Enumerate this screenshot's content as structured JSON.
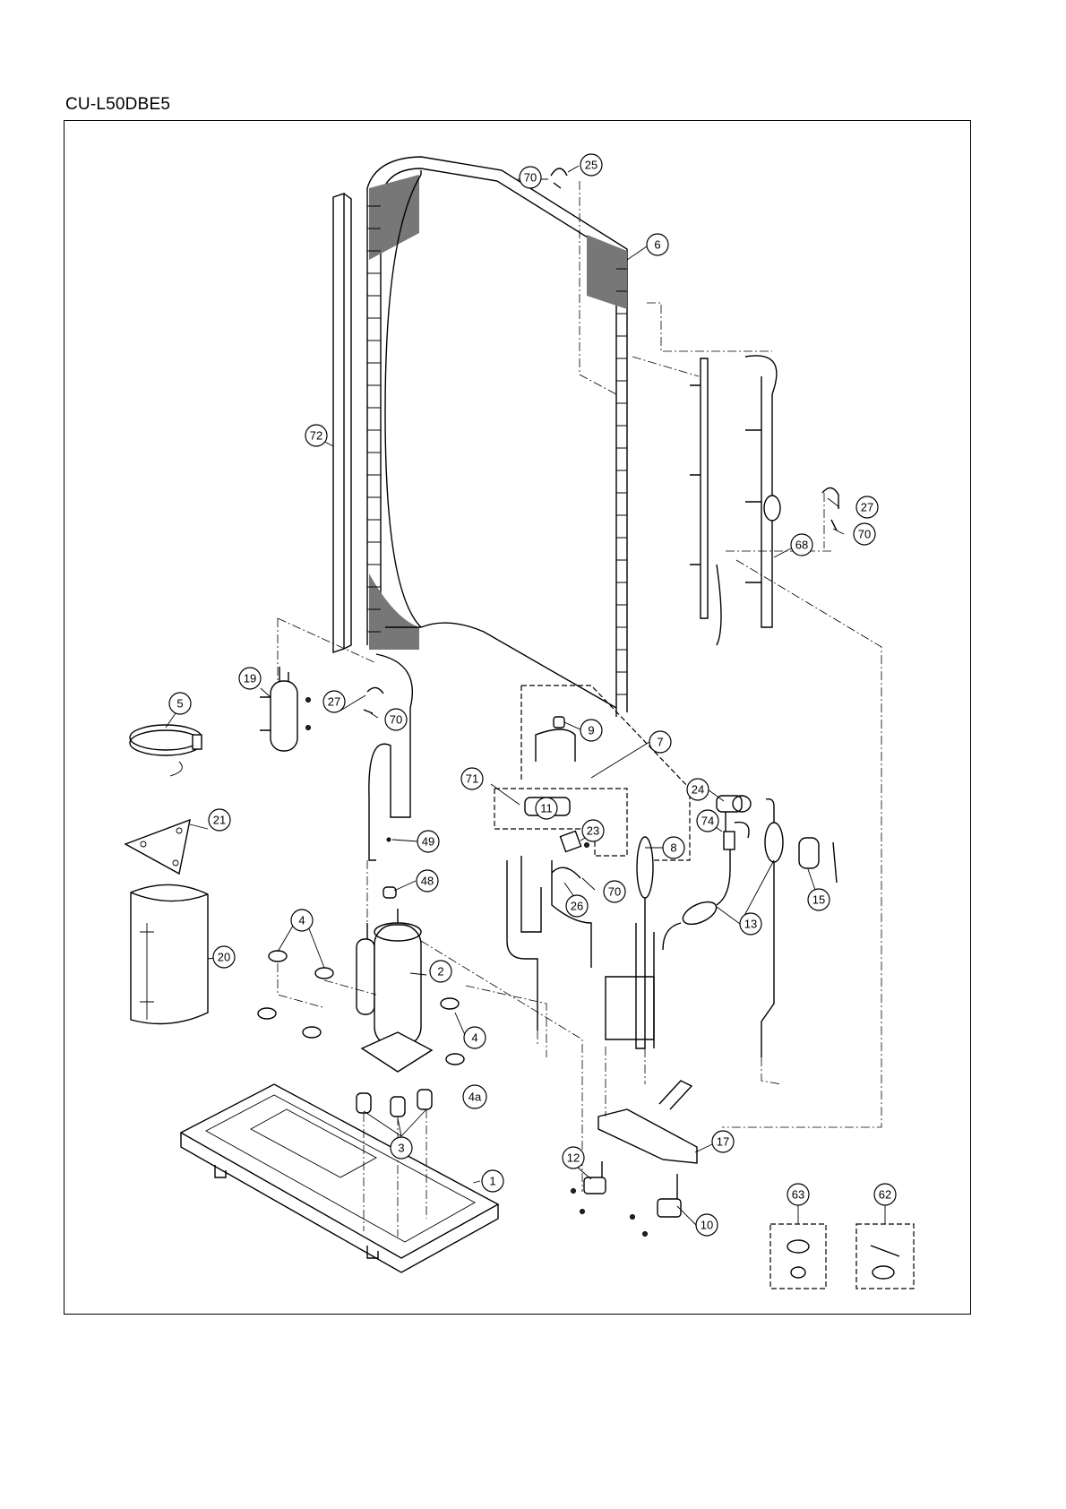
{
  "model": "CU-L50DBE5",
  "callouts": [
    {
      "id": "p1",
      "label": "1"
    },
    {
      "id": "p2",
      "label": "2"
    },
    {
      "id": "p3",
      "label": "3"
    },
    {
      "id": "p4a",
      "label": "4"
    },
    {
      "id": "p4b",
      "label": "4"
    },
    {
      "id": "p4c",
      "label": "4a"
    },
    {
      "id": "p5",
      "label": "5"
    },
    {
      "id": "p6",
      "label": "6"
    },
    {
      "id": "p7",
      "label": "7"
    },
    {
      "id": "p8",
      "label": "8"
    },
    {
      "id": "p9",
      "label": "9"
    },
    {
      "id": "p10",
      "label": "10"
    },
    {
      "id": "p11",
      "label": "11"
    },
    {
      "id": "p12",
      "label": "12"
    },
    {
      "id": "p13",
      "label": "13"
    },
    {
      "id": "p15",
      "label": "15"
    },
    {
      "id": "p17",
      "label": "17"
    },
    {
      "id": "p19",
      "label": "19"
    },
    {
      "id": "p20",
      "label": "20"
    },
    {
      "id": "p21",
      "label": "21"
    },
    {
      "id": "p23",
      "label": "23"
    },
    {
      "id": "p24",
      "label": "24"
    },
    {
      "id": "p25",
      "label": "25"
    },
    {
      "id": "p26",
      "label": "26"
    },
    {
      "id": "p27a",
      "label": "27"
    },
    {
      "id": "p27b",
      "label": "27"
    },
    {
      "id": "p48",
      "label": "48"
    },
    {
      "id": "p49",
      "label": "49"
    },
    {
      "id": "p62",
      "label": "62"
    },
    {
      "id": "p63",
      "label": "63"
    },
    {
      "id": "p68",
      "label": "68"
    },
    {
      "id": "p70a",
      "label": "70"
    },
    {
      "id": "p70b",
      "label": "70"
    },
    {
      "id": "p70c",
      "label": "70"
    },
    {
      "id": "p70d",
      "label": "70"
    },
    {
      "id": "p71",
      "label": "71"
    },
    {
      "id": "p72",
      "label": "72"
    },
    {
      "id": "p74",
      "label": "74"
    }
  ]
}
